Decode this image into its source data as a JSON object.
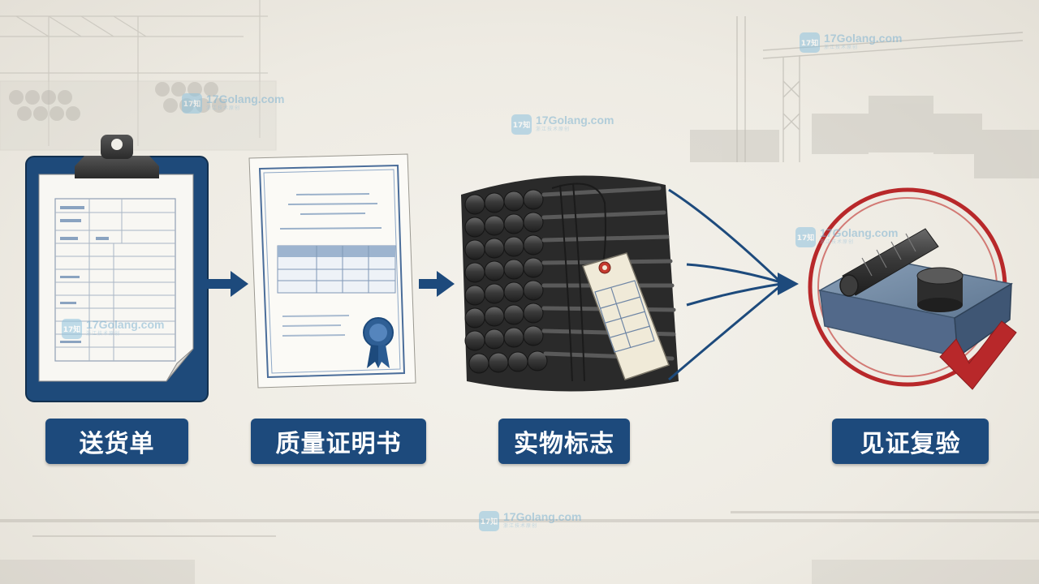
{
  "steps": [
    {
      "id": "delivery-note",
      "label": "送货单",
      "icon": "clipboard-icon"
    },
    {
      "id": "quality-certificate",
      "label": "质量证明书",
      "icon": "certificate-icon"
    },
    {
      "id": "physical-marking",
      "label": "实物标志",
      "icon": "rebar-bundle-icon"
    },
    {
      "id": "witness-retest",
      "label": "见证复验",
      "icon": "test-sample-checkmark-icon"
    }
  ],
  "watermark": {
    "text": "17Golang.com",
    "badge": "17知",
    "sub": "浙江技术原创"
  },
  "colors": {
    "label_bg": "#1d4a7c",
    "label_text": "#ffffff",
    "arrow": "#1d4a7c",
    "stamp_red": "#b8282a",
    "background": "#f1efe9"
  }
}
